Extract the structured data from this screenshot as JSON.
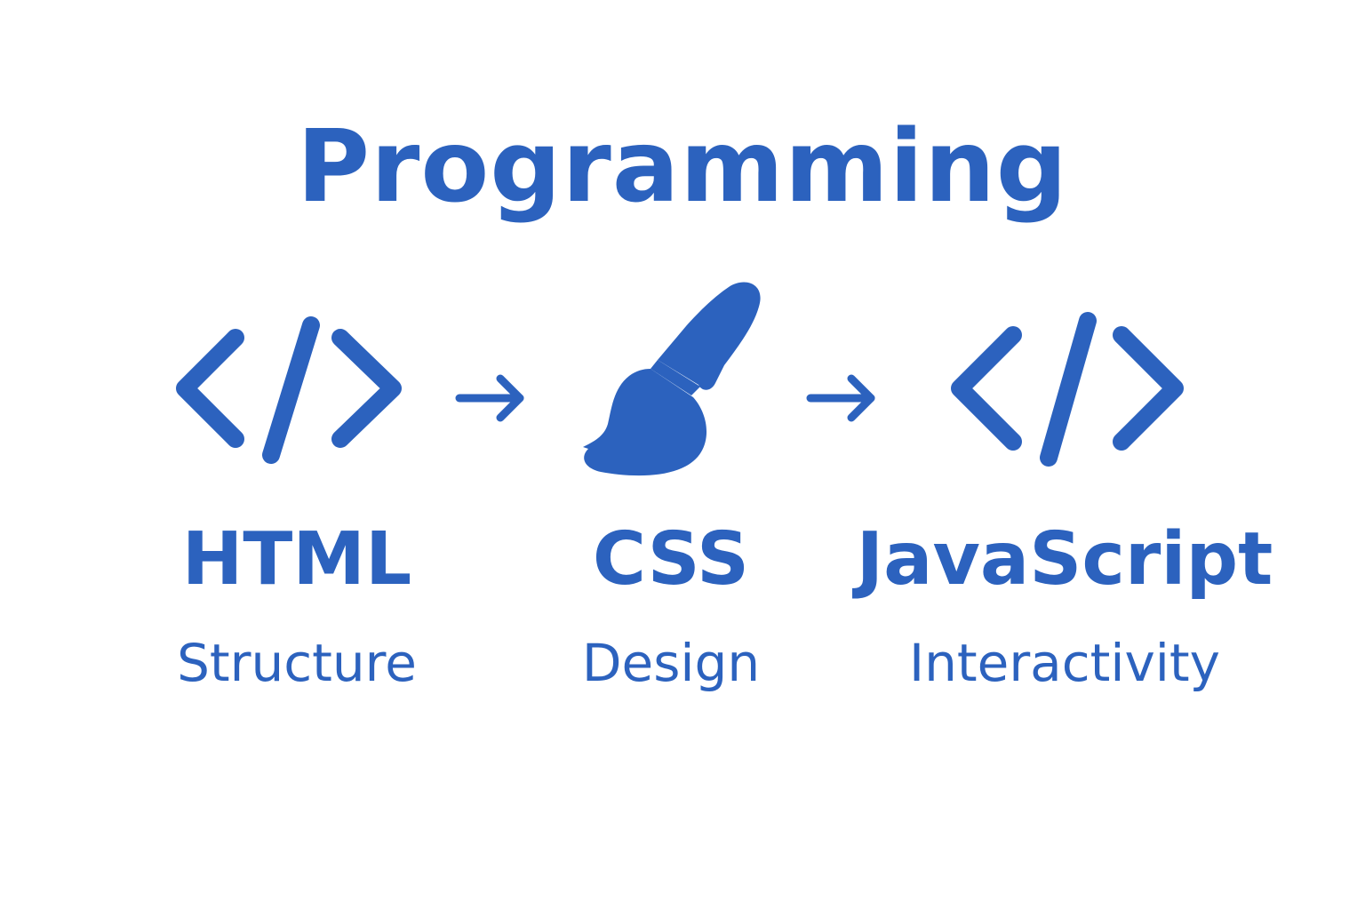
{
  "title": "Programming",
  "accent_color": "#2c62be",
  "steps": [
    {
      "icon": "code-icon",
      "label": "HTML",
      "description": "Structure"
    },
    {
      "icon": "paintbrush-icon",
      "label": "CSS",
      "description": "Design"
    },
    {
      "icon": "code-icon",
      "label": "JavaScript",
      "description": "Interactivity"
    }
  ],
  "connectors": [
    {
      "icon": "arrow-right-icon",
      "from": "HTML",
      "to": "CSS"
    },
    {
      "icon": "arrow-right-icon",
      "from": "CSS",
      "to": "JavaScript"
    }
  ]
}
